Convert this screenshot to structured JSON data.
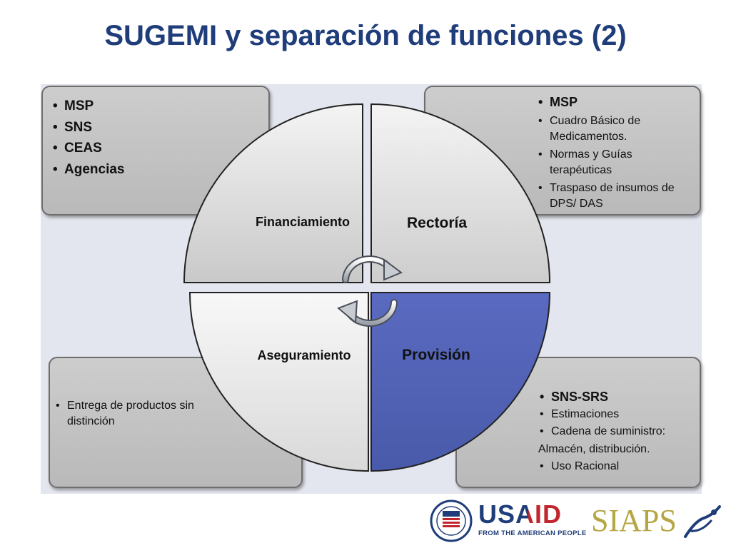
{
  "title": "SUGEMI y separación de funciones (2)",
  "boxes": {
    "top_left": {
      "items": [
        "MSP",
        "SNS",
        "CEAS",
        "Agencias"
      ]
    },
    "top_right": {
      "items": [
        "MSP",
        "Cuadro Básico de Medicamentos.",
        "Normas y Guías terapéuticas",
        "Traspaso de insumos de DPS/ DAS"
      ]
    },
    "bottom_left": {
      "items": [
        "Entrega de productos sin distinción"
      ]
    },
    "bottom_right": {
      "items": [
        "SNS-SRS",
        "Estimaciones",
        "Cadena de suministro:",
        "Almacén, distribución.",
        "Uso Racional"
      ]
    }
  },
  "quadrants": {
    "top_left": "Financiamiento",
    "top_right": "Rectoría",
    "bottom_left": "Aseguramiento",
    "bottom_right": "Provisión"
  },
  "colors": {
    "title": "#1f3d7a",
    "provision": "#5060b0",
    "usaid_blue": "#1f3d7a",
    "usaid_red": "#c0262d",
    "siaps_gold": "#b5a642"
  },
  "logos": {
    "usaid": {
      "text": "USAID",
      "tagline": "FROM THE AMERICAN PEOPLE"
    },
    "siaps": {
      "text": "SIAPS"
    }
  }
}
